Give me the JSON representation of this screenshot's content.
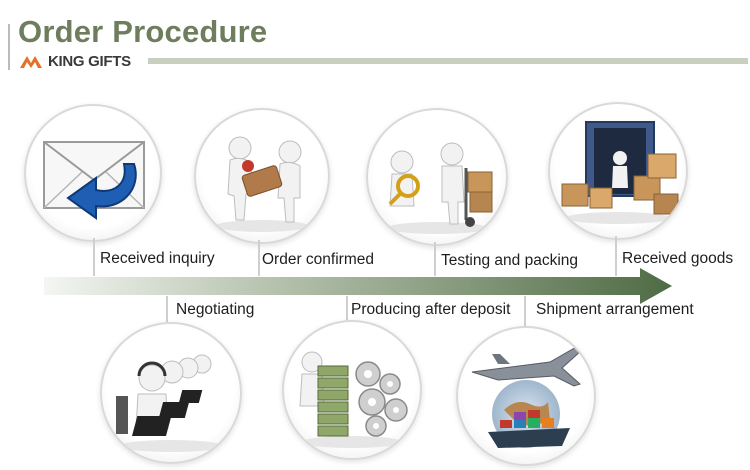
{
  "header": {
    "title": "Order Procedure",
    "logo_text": "KING GIFTS"
  },
  "colors": {
    "title": "#6e7d5e",
    "arrow_start": "#ffffff",
    "arrow_end": "#4f6b44",
    "logo_orange": "#e8702a"
  },
  "steps_top": [
    {
      "label": "Received inquiry",
      "icon": "envelope-icon"
    },
    {
      "label": "Order confirmed",
      "icon": "handshake-icon"
    },
    {
      "label": "Testing and packing",
      "icon": "magnifier-box-icon"
    },
    {
      "label": "Received goods",
      "icon": "container-boxes-icon"
    }
  ],
  "steps_bottom": [
    {
      "label": "Negotiating",
      "icon": "call-center-icon"
    },
    {
      "label": "Producing after deposit",
      "icon": "money-gears-icon"
    },
    {
      "label": "Shipment arrangement",
      "icon": "plane-ship-icon"
    }
  ]
}
